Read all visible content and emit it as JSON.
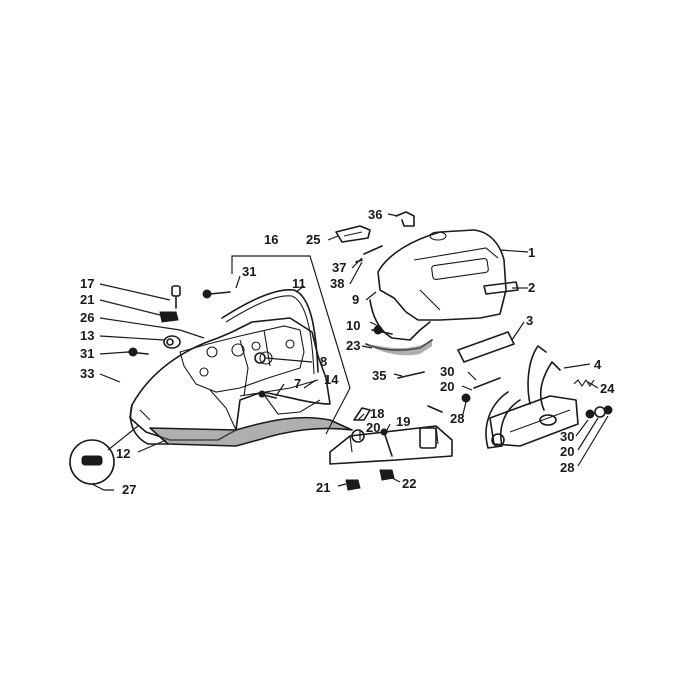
{
  "callouts": {
    "c1": "1",
    "c2": "2",
    "c3": "3",
    "c4": "4",
    "c7": "7",
    "c8": "8",
    "c9": "9",
    "c10": "10",
    "c11": "11",
    "c12": "12",
    "c13": "13",
    "c14": "14",
    "c16": "16",
    "c17": "17",
    "c18": "18",
    "c19": "19",
    "c20a": "20",
    "c20b": "20",
    "c20c": "20",
    "c21a": "21",
    "c21b": "21",
    "c22": "22",
    "c23": "23",
    "c24": "24",
    "c25": "25",
    "c26": "26",
    "c27": "27",
    "c28a": "28",
    "c28b": "28",
    "c30a": "30",
    "c30b": "30",
    "c31a": "31",
    "c31b": "31",
    "c33": "33",
    "c35": "35",
    "c36": "36",
    "c37": "37",
    "c38": "38"
  },
  "icons": {
    "leg_shield": "leg-shield-panel",
    "glovebox": "glovebox-housing",
    "bracket": "mounting-bracket",
    "fastener": "screw"
  },
  "colors": {
    "line": "#1a1a1a",
    "shade": "#6e6e6e",
    "background": "#ffffff"
  }
}
